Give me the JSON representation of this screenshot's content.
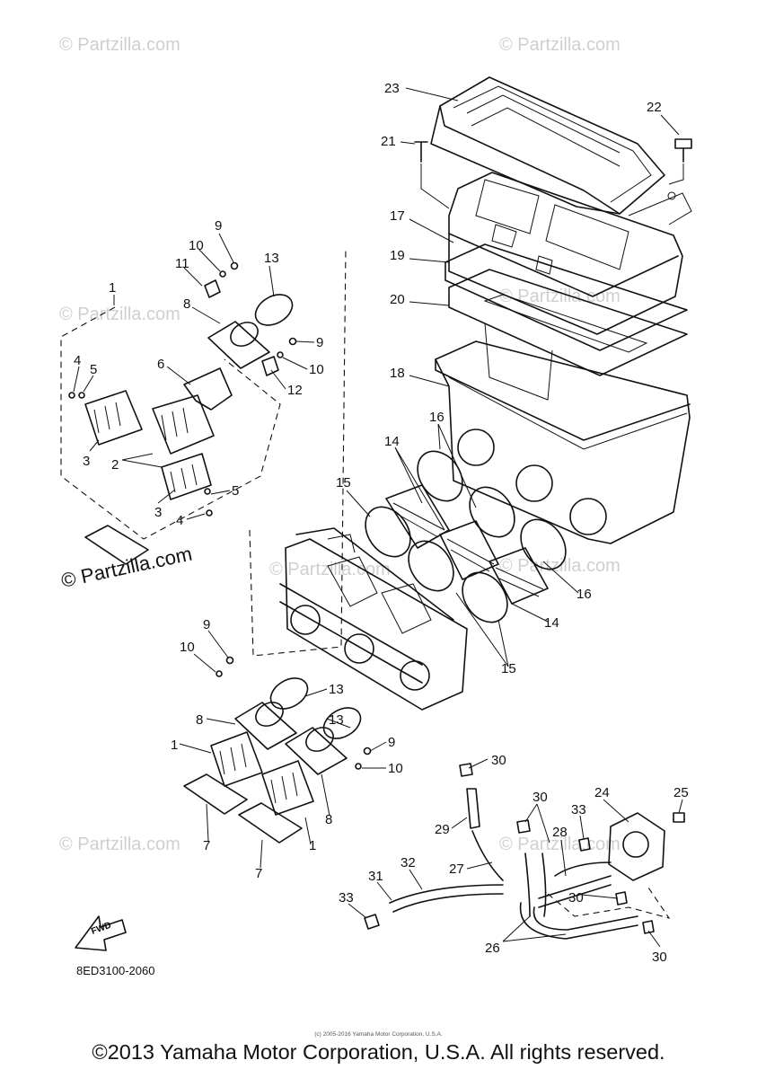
{
  "watermarks": [
    "© Partzilla.com",
    "© Partzilla.com",
    "© Partzilla.com",
    "© Partzilla.com",
    "© Partzilla.com",
    "© Partzilla.com",
    "© Partzilla.com",
    "© Partzilla.com"
  ],
  "watermark_main": "© Partzilla.com",
  "reference_code": "8ED3100-2060",
  "fwd_label": "FWD",
  "fine_print": "(c) 2005-2016 Yamaha Motor Corporation, U.S.A.",
  "copyright": "©2013 Yamaha Motor Corporation, U.S.A. All rights reserved.",
  "callouts": [
    "23",
    "22",
    "21",
    "17",
    "19",
    "20",
    "18",
    "16",
    "14",
    "15",
    "16",
    "14",
    "15",
    "9",
    "10",
    "11",
    "13",
    "8",
    "9",
    "10",
    "12",
    "6",
    "1",
    "4",
    "5",
    "2",
    "3",
    "5",
    "3",
    "4",
    "9",
    "10",
    "13",
    "13",
    "8",
    "9",
    "1",
    "10",
    "8",
    "7",
    "1",
    "7",
    "30",
    "30",
    "24",
    "25",
    "33",
    "28",
    "29",
    "27",
    "32",
    "31",
    "33",
    "30",
    "26",
    "30"
  ]
}
